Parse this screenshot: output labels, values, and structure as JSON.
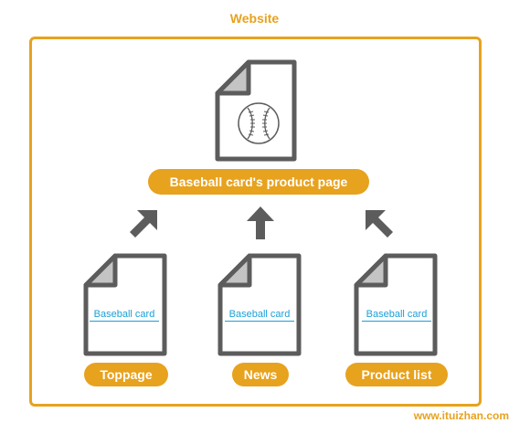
{
  "website_label": "Website",
  "product_page_label": "Baseball card's product page",
  "sources": [
    {
      "name": "Toppage",
      "link_text": "Baseball card"
    },
    {
      "name": "News",
      "link_text": "Baseball card"
    },
    {
      "name": "Product list",
      "link_text": "Baseball card"
    }
  ],
  "watermark": "www.ituizhan.com",
  "colors": {
    "accent": "#e7a21e",
    "outline": "#5c5c5c",
    "link": "#1aa0d8",
    "fold": "#c4c4c4"
  },
  "icons": [
    "document-icon",
    "baseball-icon",
    "arrow-up-icon"
  ]
}
